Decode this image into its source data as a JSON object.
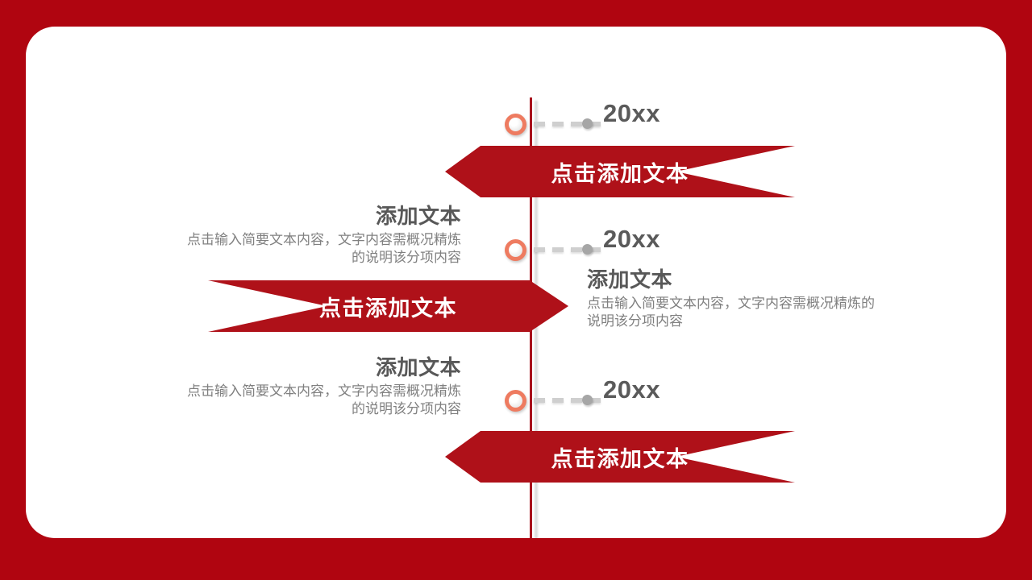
{
  "slide": {
    "background_color": "#B00510",
    "card_color": "#FFFFFF",
    "accent_red": "#AF1119",
    "node_color": "#EE7B60",
    "year_text_color": "#5A5A5A"
  },
  "timeline": {
    "milestones": [
      {
        "year": "20xx",
        "banner_label": "点击添加文本",
        "heading": "",
        "body": ""
      },
      {
        "year": "20xx",
        "banner_label": "点击添加文本",
        "heading": "添加文本",
        "body": "点击输入简要文本内容，文字内容需概况精炼的说明该分项内容"
      },
      {
        "year": "20xx",
        "banner_label": "点击添加文本",
        "heading": "添加文本",
        "body": "点击输入简要文本内容，文字内容需概况精炼的说明该分项内容"
      }
    ],
    "left_text_block": {
      "heading": "添加文本",
      "body": "点击输入简要文本内容，文字内容需概况精炼的说明该分项内容"
    },
    "right_text_block": {
      "heading": "添加文本",
      "body": "点击输入简要文本内容，文字内容需概况精炼的说明该分项内容"
    },
    "left_text_block_lower": {
      "heading": "添加文本",
      "body": "点击输入简要文本内容，文字内容需概况精炼的说明该分项内容"
    }
  }
}
